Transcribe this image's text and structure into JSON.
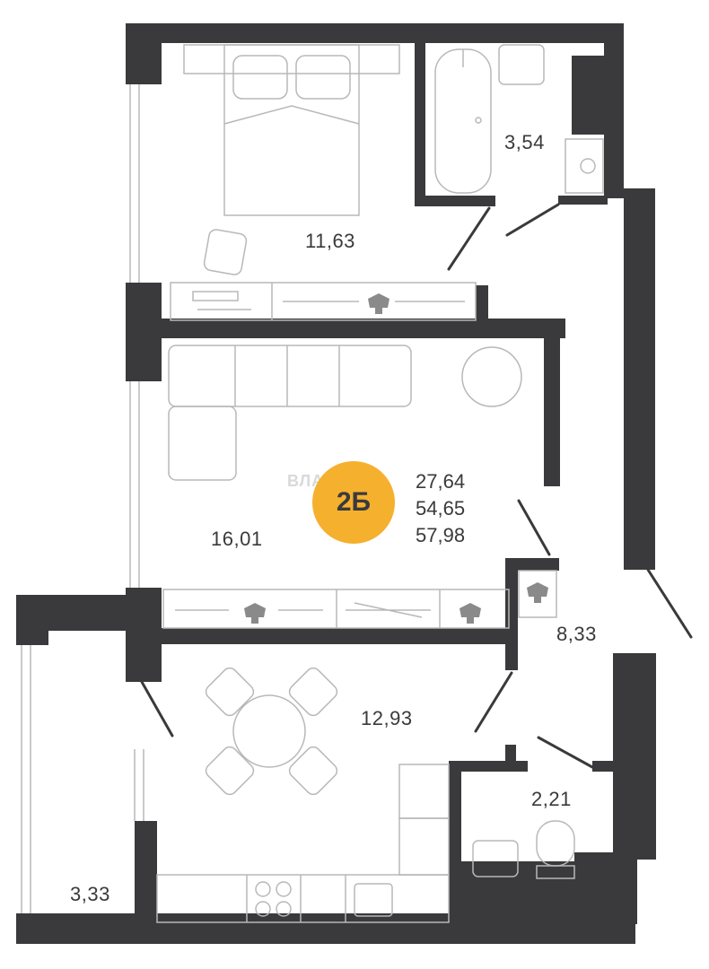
{
  "plan": {
    "wall_color": "#3a3a3c",
    "furniture_color": "#b8b8b8",
    "badge_color": "#f5b02d",
    "apartment_type": "2Б",
    "watermark": "ВЛАДИС",
    "areas": {
      "living": "27,64",
      "total": "54,65",
      "total_with_balcony": "57,98"
    },
    "rooms": {
      "bedroom": "11,63",
      "bathroom": "3,54",
      "living_room": "16,01",
      "hallway": "8,33",
      "kitchen": "12,93",
      "wc": "2,21",
      "balcony": "3,33"
    }
  }
}
